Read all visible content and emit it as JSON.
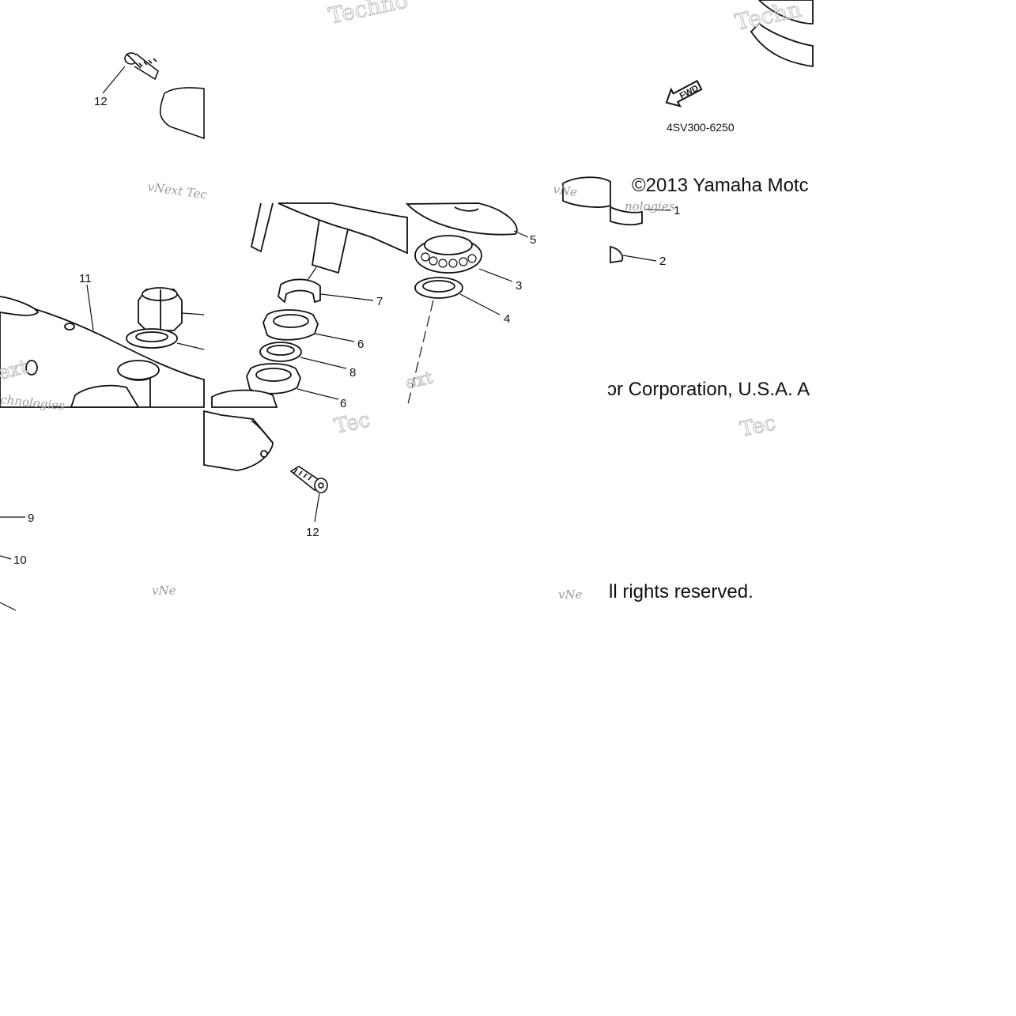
{
  "diagram": {
    "drawing_code": "4SV300-6250",
    "fwd_label": "FWD",
    "callouts": [
      "1",
      "2",
      "3",
      "4",
      "5",
      "6",
      "6",
      "7",
      "8",
      "9",
      "10",
      "11",
      "12",
      "12"
    ],
    "copyright": {
      "part1": "©2013 Yamaha Motc",
      "part2": "ɔr Corporation, U.S.A. A",
      "part3": "ll rights reserved."
    },
    "watermarks": {
      "techno_big": "Techno",
      "techn_big": "Techn",
      "vnext_small": "vNext Tec",
      "vnext_tiny": "vNe",
      "nologies": "nologies",
      "ext": "ext",
      "chnologies": "chnologies",
      "tec": "Tec"
    }
  },
  "colors": {
    "line": "#111111",
    "watermark": "#c8c8c8",
    "background": "#ffffff"
  }
}
